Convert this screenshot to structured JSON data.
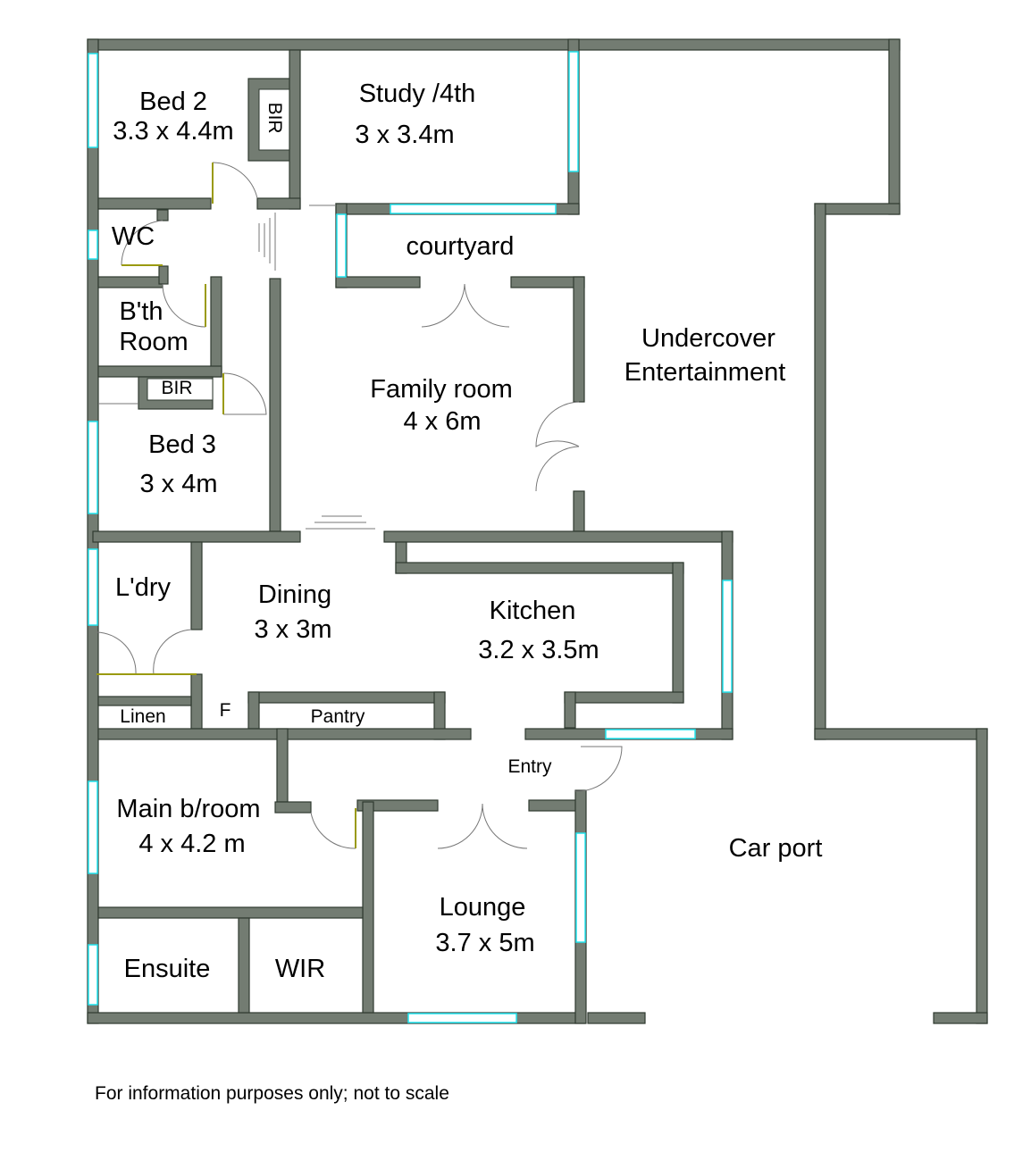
{
  "rooms": {
    "bed2": {
      "name": "Bed 2",
      "size": "3.3 x 4.4m"
    },
    "bir1": "BIR",
    "study": {
      "name": "Study /4th",
      "size": "3 x 3.4m"
    },
    "wc": "WC",
    "courtyard": "courtyard",
    "bathroom": {
      "line1": "B'th",
      "line2": "Room"
    },
    "bir2": "BIR",
    "undercover": {
      "line1": "Undercover",
      "line2": "Entertainment"
    },
    "family": {
      "name": "Family room",
      "size": "4 x 6m"
    },
    "bed3": {
      "name": "Bed 3",
      "size": "3 x 4m"
    },
    "laundry": "L'dry",
    "dining": {
      "name": "Dining",
      "size": "3 x 3m"
    },
    "kitchen": {
      "name": "Kitchen",
      "size": "3.2 x 3.5m"
    },
    "linen": "Linen",
    "fridge": "F",
    "pantry": "Pantry",
    "entry": "Entry",
    "main": {
      "name": "Main b/room",
      "size": "4 x 4.2 m"
    },
    "carport": "Car port",
    "lounge": {
      "name": "Lounge",
      "size": "3.7 x 5m"
    },
    "ensuite": "Ensuite",
    "wir": "WIR"
  },
  "footer_note": "For information purposes only; not to scale"
}
